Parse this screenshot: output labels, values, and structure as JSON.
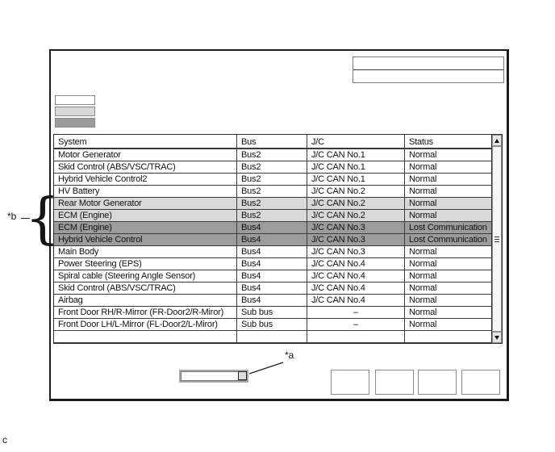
{
  "annotations": {
    "a_label": "*a",
    "b_label": "*b",
    "c_label": "c"
  },
  "legend": [
    {
      "name": "normal-row-swatch",
      "color": "#ffffff"
    },
    {
      "name": "light-highlight-swatch",
      "color": "#d8d8d8"
    },
    {
      "name": "dark-highlight-swatch",
      "color": "#9c9c9c"
    }
  ],
  "colors": {
    "none": "#ffffff",
    "light": "#d8d8d8",
    "dark": "#9c9c9c"
  },
  "table": {
    "headers": [
      "System",
      "Bus",
      "J/C",
      "Status"
    ],
    "rows": [
      {
        "system": "Motor Generator",
        "bus": "Bus2",
        "jc": "J/C CAN No.1",
        "status": "Normal",
        "highlight": "none"
      },
      {
        "system": "Skid Control (ABS/VSC/TRAC)",
        "bus": "Bus2",
        "jc": "J/C CAN No.1",
        "status": "Normal",
        "highlight": "none"
      },
      {
        "system": "Hybrid Vehicle Control2",
        "bus": "Bus2",
        "jc": "J/C CAN No.1",
        "status": "Normal",
        "highlight": "none"
      },
      {
        "system": "HV Battery",
        "bus": "Bus2",
        "jc": "J/C CAN No.2",
        "status": "Normal",
        "highlight": "none"
      },
      {
        "system": "Rear Motor Generator",
        "bus": "Bus2",
        "jc": "J/C CAN No.2",
        "status": "Normal",
        "highlight": "light"
      },
      {
        "system": "ECM (Engine)",
        "bus": "Bus2",
        "jc": "J/C CAN No.2",
        "status": "Normal",
        "highlight": "light"
      },
      {
        "system": "ECM (Engine)",
        "bus": "Bus4",
        "jc": "J/C CAN No.3",
        "status": "Lost Communication",
        "highlight": "dark"
      },
      {
        "system": "Hybrid Vehicle Control",
        "bus": "Bus4",
        "jc": "J/C CAN No.3",
        "status": "Lost Communication",
        "highlight": "dark"
      },
      {
        "system": "Main Body",
        "bus": "Bus4",
        "jc": "J/C CAN No.3",
        "status": "Normal",
        "highlight": "none"
      },
      {
        "system": "Power Steering (EPS)",
        "bus": "Bus4",
        "jc": "J/C CAN No.4",
        "status": "Normal",
        "highlight": "none"
      },
      {
        "system": "Spiral cable (Steering Angle Sensor)",
        "bus": "Bus4",
        "jc": "J/C CAN No.4",
        "status": "Normal",
        "highlight": "none"
      },
      {
        "system": "Skid Control (ABS/VSC/TRAC)",
        "bus": "Bus4",
        "jc": "J/C CAN No.4",
        "status": "Normal",
        "highlight": "none"
      },
      {
        "system": "Airbag",
        "bus": "Bus4",
        "jc": "J/C CAN No.4",
        "status": "Normal",
        "highlight": "none"
      },
      {
        "system": "Front Door RH/R-Mirror (FR-Door2/R-Miror)",
        "bus": "Sub bus",
        "jc": "–",
        "status": "Normal",
        "highlight": "none"
      },
      {
        "system": "Front Door LH/L-Mirror (FL-Door2/L-Miror)",
        "bus": "Sub bus",
        "jc": "–",
        "status": "Normal",
        "highlight": "none"
      },
      {
        "system": "",
        "bus": "",
        "jc": "",
        "status": "",
        "highlight": "none"
      }
    ]
  }
}
